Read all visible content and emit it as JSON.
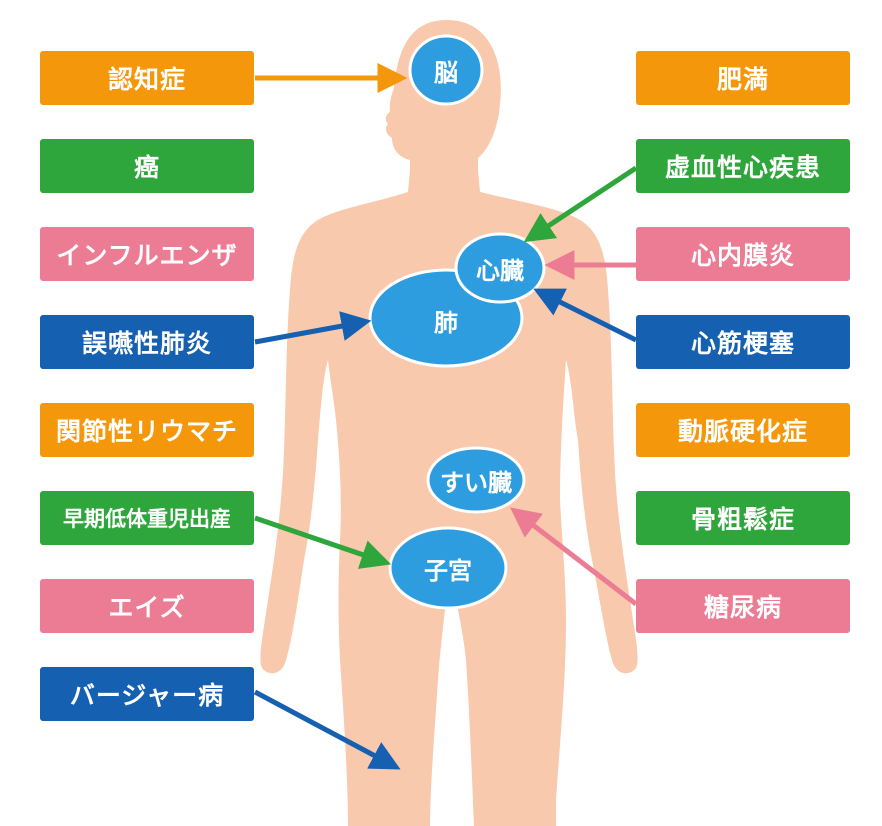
{
  "colors": {
    "orange": "#f5970a",
    "green": "#2fa63c",
    "pink": "#ec7b94",
    "blue": "#1560b0",
    "organ": "#2d9de0",
    "skin": "#f8c9ac"
  },
  "left_labels": [
    {
      "text": "認知症",
      "color": "orange"
    },
    {
      "text": "癌",
      "color": "green"
    },
    {
      "text": "インフルエンザ",
      "color": "pink"
    },
    {
      "text": "誤嚥性肺炎",
      "color": "blue"
    },
    {
      "text": "関節性リウマチ",
      "color": "orange"
    },
    {
      "text": "早期低体重児出産",
      "color": "green"
    },
    {
      "text": "エイズ",
      "color": "pink"
    },
    {
      "text": "バージャー病",
      "color": "blue"
    }
  ],
  "right_labels": [
    {
      "text": "肥満",
      "color": "orange"
    },
    {
      "text": "虚血性心疾患",
      "color": "green"
    },
    {
      "text": "心内膜炎",
      "color": "pink"
    },
    {
      "text": "心筋梗塞",
      "color": "blue"
    },
    {
      "text": "動脈硬化症",
      "color": "orange"
    },
    {
      "text": "骨粗鬆症",
      "color": "green"
    },
    {
      "text": "糖尿病",
      "color": "pink"
    }
  ],
  "organs": {
    "brain": "脳",
    "heart": "心臓",
    "lung": "肺",
    "pancreas": "すい臓",
    "uterus": "子宮"
  }
}
